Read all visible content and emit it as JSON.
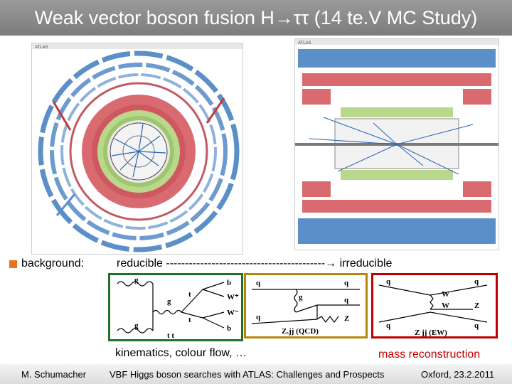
{
  "title": "Weak vector boson fusion H→ττ  (14 te.V MC Study)",
  "bullet_label": "background:",
  "scale_text": "reducible ------------------------------------------→ irreducible",
  "caption_left": "kinematics, colour flow, …",
  "caption_right": "mass reconstruction",
  "panel_left_header": "ATLAS",
  "panel_right_header": "ATLAS",
  "diagram1": {
    "g_top": "g",
    "g_mid": "g",
    "t_top": "t",
    "t_bot": "t",
    "g_bot": "g",
    "W_plus": "W⁺",
    "W_minus": "W⁻",
    "b_top": "b",
    "b_bot": "b",
    "tt": "t t"
  },
  "diagram2": {
    "q_tl": "q",
    "g_mid": "g",
    "q_tr": "q",
    "q_mid": "q",
    "q_bl": "q",
    "Z": "Z",
    "caption": "Z.jj (QCD)"
  },
  "diagram3": {
    "q_tl": "q",
    "q_tr": "q",
    "W_top": "W",
    "W_bot": "W",
    "Z": "Z",
    "q_bl": "q",
    "q_br": "q",
    "caption": "Z jj (EW)"
  },
  "footer": {
    "author": "M. Schumacher",
    "talk": "VBF Higgs boson searches with ATLAS: Challenges and Prospects",
    "place_date": "Oxford, 23.2.2011"
  },
  "colors": {
    "title_bar": "#8a8a8a",
    "bullet": "#e8731c",
    "caption_red": "#c00000",
    "box1": "#1f6f2e",
    "box2": "#b8860b",
    "box3": "#c00000"
  }
}
